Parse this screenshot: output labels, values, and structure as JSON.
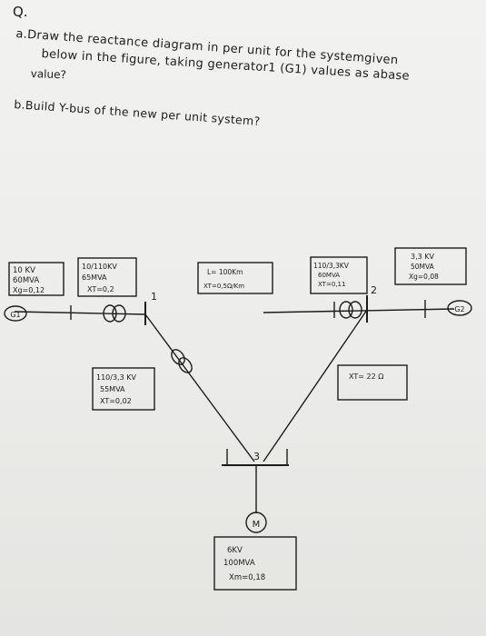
{
  "question": {
    "label": "Q.",
    "part_a_line1": "a.Draw the reactance diagram in per unit for the systemgiven",
    "part_a_line2": "below in the figure, taking generator1 (G1) values as abase",
    "part_a_line3": "value?",
    "part_b": "b.Build Y-bus of the new per unit system?"
  },
  "diagram": {
    "g1": {
      "label": "G1",
      "box": [
        "10 KV",
        "60MVA",
        "Xg=0,12"
      ]
    },
    "t1": {
      "box": [
        "10/110KV",
        "65MVA",
        "XT=0,2"
      ],
      "bus": "1"
    },
    "line": {
      "box": [
        "L= 100Km",
        "XT=0,5Ω/Km"
      ]
    },
    "t2": {
      "box": [
        "110/3,3KV",
        "60MVA",
        "XT=0,11"
      ],
      "bus": "2"
    },
    "g2": {
      "label": "G2",
      "box": [
        "3,3 KV",
        "50MVA",
        "Xg=0,08"
      ]
    },
    "t3": {
      "box": [
        "110/3,3 KV",
        "55MVA",
        "XT=0,02"
      ]
    },
    "load": {
      "box": [
        "XT= 22 Ω"
      ]
    },
    "bus3": {
      "label": "3"
    },
    "motor": {
      "label": "M",
      "box": [
        "6KV",
        "100MVA",
        "Xm=0,18"
      ]
    }
  }
}
